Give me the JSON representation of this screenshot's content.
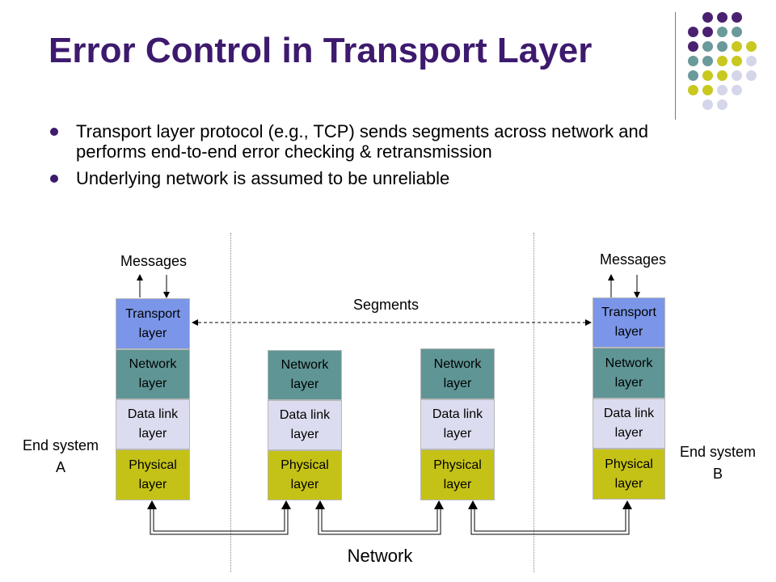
{
  "slide": {
    "title": "Error Control in Transport Layer",
    "bullets": [
      "Transport layer protocol (e.g., TCP) sends segments across network and performs end-to-end error checking & retransmission",
      "Underlying network is assumed to be unreliable"
    ]
  },
  "colors": {
    "title": "#3d1a6e",
    "transport": "#7b96e8",
    "network": "#5f9595",
    "datalink": "#dcdcf0",
    "physical": "#c5c217",
    "dot_purple": "#4a2170",
    "dot_teal": "#6a9a9a",
    "dot_yellow": "#c9c820",
    "dot_lavender": "#d6d6ea"
  },
  "diagram": {
    "end_system_a": {
      "label": "End system\nA",
      "messages": "Messages",
      "layers": [
        "Transport\nlayer",
        "Network\nlayer",
        "Data link\nlayer",
        "Physical\nlayer"
      ]
    },
    "router_1": {
      "layers": [
        "Network\nlayer",
        "Data link\nlayer",
        "Physical\nlayer"
      ]
    },
    "router_2": {
      "layers": [
        "Network\nlayer",
        "Data link\nlayer",
        "Physical\nlayer"
      ]
    },
    "end_system_b": {
      "label": "End system\nB",
      "messages": "Messages",
      "layers": [
        "Transport\nlayer",
        "Network\nlayer",
        "Data link\nlayer",
        "Physical\nlayer"
      ]
    },
    "segments_label": "Segments",
    "network_label": "Network"
  }
}
